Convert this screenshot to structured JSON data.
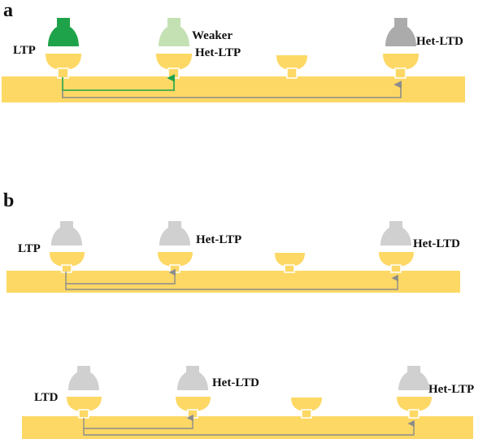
{
  "colors": {
    "dendrite": "#FDD865",
    "spine_outline": "#ffffff",
    "axon_green": "#1FA34A",
    "axon_light_green": "#C4E1B4",
    "axon_gray": "#ABABAB",
    "axon_light_gray": "#D0D0D0",
    "arrow_green": "#1FA34A",
    "arrow_gray": "#8C8C8C"
  },
  "panel_a": {
    "label": "a",
    "synapses": [
      {
        "label": "LTP",
        "bouton": "axon_green"
      },
      {
        "label": "Weaker",
        "label2": "Het-LTP",
        "bouton": "axon_light_green"
      },
      {
        "label": "",
        "bouton": "none"
      },
      {
        "label": "Het-LTD",
        "bouton": "axon_gray"
      }
    ]
  },
  "panel_b": {
    "label": "b",
    "row1": [
      {
        "label": "LTP",
        "bouton": "axon_light_gray"
      },
      {
        "label": "Het-LTP",
        "bouton": "axon_light_gray"
      },
      {
        "label": "",
        "bouton": "none"
      },
      {
        "label": "Het-LTD",
        "bouton": "axon_light_gray"
      }
    ],
    "row2": [
      {
        "label": "LTD",
        "bouton": "axon_light_gray"
      },
      {
        "label": "Het-LTD",
        "bouton": "axon_light_gray"
      },
      {
        "label": "",
        "bouton": "none"
      },
      {
        "label": "Het-LTP",
        "bouton": "axon_light_gray"
      }
    ]
  }
}
